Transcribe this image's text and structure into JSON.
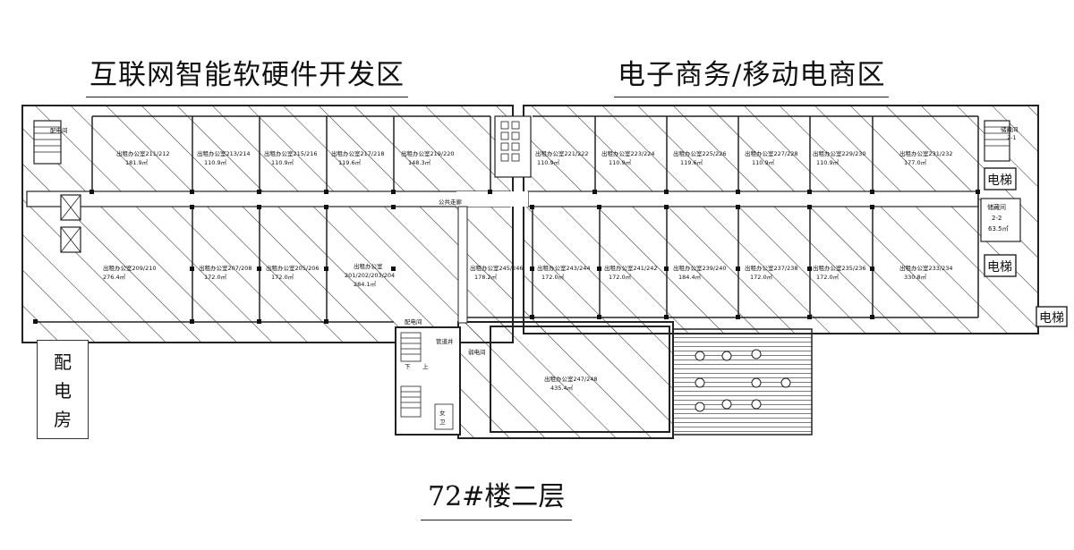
{
  "zones": {
    "left_title": "互联网智能软硬件开发区",
    "right_title": "电子商务/移动电商区"
  },
  "floor_title": "72#楼二层",
  "distribution_room": [
    "配",
    "电",
    "房"
  ],
  "offices": [
    {
      "label": "出租办公室211/212",
      "area": "181.9㎡"
    },
    {
      "label": "出租办公室213/214",
      "area": "110.9㎡"
    },
    {
      "label": "出租办公室215/216",
      "area": "110.9㎡"
    },
    {
      "label": "出租办公室217/218",
      "area": "119.6㎡"
    },
    {
      "label": "出租办公室219/220",
      "area": "148.3㎡"
    },
    {
      "label": "出租办公室221/222",
      "area": "110.9㎡"
    },
    {
      "label": "出租办公室223/224",
      "area": "110.9㎡"
    },
    {
      "label": "出租办公室225/226",
      "area": "119.6㎡"
    },
    {
      "label": "出租办公室227/228",
      "area": "110.9㎡"
    },
    {
      "label": "出租办公室229/230",
      "area": "110.9㎡"
    },
    {
      "label": "出租办公室231/232",
      "area": "177.0㎡"
    },
    {
      "label": "出租办公室209/210",
      "area": "276.4㎡"
    },
    {
      "label": "出租办公室207/208",
      "area": "172.0㎡"
    },
    {
      "label": "出租办公室205/206",
      "area": "172.0㎡"
    },
    {
      "label": "出租办公室",
      "label2": "201/202/203/204",
      "area": "284.1㎡"
    },
    {
      "label": "出租办公室245/246",
      "area": "178.2㎡"
    },
    {
      "label": "出租办公室243/244",
      "area": "172.0㎡"
    },
    {
      "label": "出租办公室241/242",
      "area": "172.0㎡"
    },
    {
      "label": "出租办公室239/240",
      "area": "184.4㎡"
    },
    {
      "label": "出租办公室237/238",
      "area": "172.0㎡"
    },
    {
      "label": "出租办公室235/236",
      "area": "172.0㎡"
    },
    {
      "label": "出租办公室233/234",
      "area": "330.8㎡"
    },
    {
      "label": "出租办公室247/248",
      "area": "435.4㎡"
    }
  ],
  "rooms": {
    "elec_room": "配电间",
    "public_corridor": "公共走廊",
    "elevator_1": "电梯",
    "elevator_2": "电梯",
    "elevator_3": "电梯",
    "storage_1_name": "储藏间",
    "storage_1_num": "2-1",
    "storage_2_name": "储藏间",
    "storage_2_num": "2-2",
    "storage_2_area": "63.5㎡",
    "weak_room": "弱电间",
    "shaft": "管道井",
    "toilet": [
      "女",
      "卫"
    ],
    "down": "下",
    "up": "上"
  },
  "colors": {
    "line": "#222222",
    "hatch": "#333333",
    "bg": "#ffffff"
  }
}
